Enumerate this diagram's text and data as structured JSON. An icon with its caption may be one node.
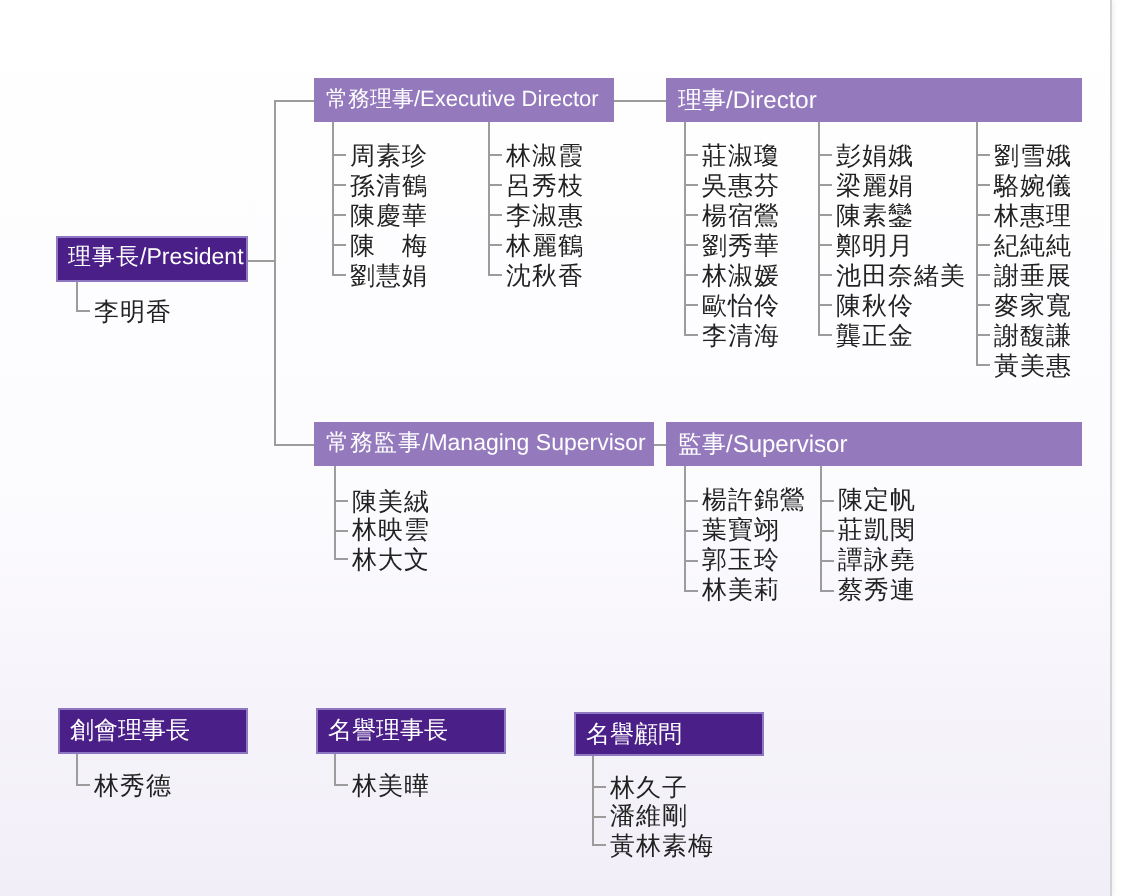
{
  "diagram": {
    "nodes": [
      {
        "text": [
          "理事長/President"
        ]
      },
      {
        "text": [
          "李明香"
        ]
      },
      {
        "text": [
          "常務理事/Executive Director"
        ]
      },
      {
        "text": [
          "周素珍"
        ]
      },
      {
        "text": [
          "孫清鶴"
        ]
      },
      {
        "text": [
          "陳慶華"
        ]
      },
      {
        "text": [
          "陳　梅"
        ]
      },
      {
        "text": [
          "劉慧娟"
        ]
      },
      {
        "text": [
          "林淑霞"
        ]
      },
      {
        "text": [
          "呂秀枝"
        ]
      },
      {
        "text": [
          "李淑惠"
        ]
      },
      {
        "text": [
          "林麗鶴"
        ]
      },
      {
        "text": [
          "沈秋香"
        ]
      },
      {
        "text": [
          "理事/Director"
        ]
      },
      {
        "text": [
          "莊淑瓊"
        ]
      },
      {
        "text": [
          "吳惠芬"
        ]
      },
      {
        "text": [
          "楊宿鶯"
        ]
      },
      {
        "text": [
          "劉秀華"
        ]
      },
      {
        "text": [
          "林淑媛"
        ]
      },
      {
        "text": [
          "歐怡伶"
        ]
      },
      {
        "text": [
          "李清海"
        ]
      },
      {
        "text": [
          "彭娟娥"
        ]
      },
      {
        "text": [
          "梁麗娟"
        ]
      },
      {
        "text": [
          "陳素鑾"
        ]
      },
      {
        "text": [
          "鄭明月"
        ]
      },
      {
        "text": [
          "池田奈緒美"
        ]
      },
      {
        "text": [
          "陳秋伶"
        ]
      },
      {
        "text": [
          "龔正金"
        ]
      },
      {
        "text": [
          "劉雪娥"
        ]
      },
      {
        "text": [
          "駱婉儀"
        ]
      },
      {
        "text": [
          "林惠理"
        ]
      },
      {
        "text": [
          "紀純純"
        ]
      },
      {
        "text": [
          "謝垂展"
        ]
      },
      {
        "text": [
          "麥家寬"
        ]
      },
      {
        "text": [
          "謝馥謙"
        ]
      },
      {
        "text": [
          "黃美惠"
        ]
      },
      {
        "text": [
          "常務監事/Managing Supervisor"
        ]
      },
      {
        "text": [
          "陳美絨"
        ]
      },
      {
        "text": [
          "林映雲"
        ]
      },
      {
        "text": [
          "林大文"
        ]
      },
      {
        "text": [
          "監事/Supervisor"
        ]
      },
      {
        "text": [
          "楊許錦鶯"
        ]
      },
      {
        "text": [
          "葉寶翊"
        ]
      },
      {
        "text": [
          "郭玉玲"
        ]
      },
      {
        "text": [
          "林美莉"
        ]
      },
      {
        "text": [
          "陳定帆"
        ]
      },
      {
        "text": [
          "莊凱閔"
        ]
      },
      {
        "text": [
          "譚詠堯"
        ]
      },
      {
        "text": [
          "蔡秀連"
        ]
      },
      {
        "text": [
          "創會理事長"
        ]
      },
      {
        "text": [
          "林秀德"
        ]
      },
      {
        "text": [
          "名譽理事長"
        ]
      },
      {
        "text": [
          "林美曄"
        ]
      },
      {
        "text": [
          "名譽顧問"
        ]
      },
      {
        "text": [
          "林久子"
        ]
      },
      {
        "text": [
          "潘維剛"
        ]
      },
      {
        "text": [
          "黃林素梅"
        ]
      }
    ],
    "edges": [
      {
        "from": 0,
        "to": 1,
        "arrow": "none"
      },
      {
        "from": 0,
        "to": 2,
        "arrow": "none"
      },
      {
        "from": 0,
        "to": 36,
        "arrow": "none"
      },
      {
        "from": 2,
        "to": 3,
        "arrow": "none"
      },
      {
        "from": 2,
        "to": 4,
        "arrow": "none"
      },
      {
        "from": 2,
        "to": 5,
        "arrow": "none"
      },
      {
        "from": 2,
        "to": 6,
        "arrow": "none"
      },
      {
        "from": 2,
        "to": 7,
        "arrow": "none"
      },
      {
        "from": 2,
        "to": 8,
        "arrow": "none"
      },
      {
        "from": 2,
        "to": 9,
        "arrow": "none"
      },
      {
        "from": 2,
        "to": 10,
        "arrow": "none"
      },
      {
        "from": 2,
        "to": 11,
        "arrow": "none"
      },
      {
        "from": 2,
        "to": 12,
        "arrow": "none"
      },
      {
        "from": 2,
        "to": 13,
        "arrow": "none"
      },
      {
        "from": 13,
        "to": 14,
        "arrow": "none"
      },
      {
        "from": 13,
        "to": 15,
        "arrow": "none"
      },
      {
        "from": 13,
        "to": 16,
        "arrow": "none"
      },
      {
        "from": 13,
        "to": 17,
        "arrow": "none"
      },
      {
        "from": 13,
        "to": 18,
        "arrow": "none"
      },
      {
        "from": 13,
        "to": 19,
        "arrow": "none"
      },
      {
        "from": 13,
        "to": 20,
        "arrow": "none"
      },
      {
        "from": 13,
        "to": 21,
        "arrow": "none"
      },
      {
        "from": 13,
        "to": 22,
        "arrow": "none"
      },
      {
        "from": 13,
        "to": 23,
        "arrow": "none"
      },
      {
        "from": 13,
        "to": 24,
        "arrow": "none"
      },
      {
        "from": 13,
        "to": 25,
        "arrow": "none"
      },
      {
        "from": 13,
        "to": 26,
        "arrow": "none"
      },
      {
        "from": 13,
        "to": 27,
        "arrow": "none"
      },
      {
        "from": 13,
        "to": 28,
        "arrow": "none"
      },
      {
        "from": 13,
        "to": 29,
        "arrow": "none"
      },
      {
        "from": 13,
        "to": 30,
        "arrow": "none"
      },
      {
        "from": 13,
        "to": 31,
        "arrow": "none"
      },
      {
        "from": 13,
        "to": 32,
        "arrow": "none"
      },
      {
        "from": 13,
        "to": 33,
        "arrow": "none"
      },
      {
        "from": 13,
        "to": 34,
        "arrow": "none"
      },
      {
        "from": 13,
        "to": 35,
        "arrow": "none"
      },
      {
        "from": 36,
        "to": 37,
        "arrow": "none"
      },
      {
        "from": 36,
        "to": 38,
        "arrow": "none"
      },
      {
        "from": 36,
        "to": 39,
        "arrow": "none"
      },
      {
        "from": 36,
        "to": 40,
        "arrow": "none"
      },
      {
        "from": 40,
        "to": 41,
        "arrow": "none"
      },
      {
        "from": 40,
        "to": 42,
        "arrow": "none"
      },
      {
        "from": 40,
        "to": 43,
        "arrow": "none"
      },
      {
        "from": 40,
        "to": 44,
        "arrow": "none"
      },
      {
        "from": 40,
        "to": 45,
        "arrow": "none"
      },
      {
        "from": 40,
        "to": 46,
        "arrow": "none"
      },
      {
        "from": 40,
        "to": 47,
        "arrow": "none"
      },
      {
        "from": 40,
        "to": 48,
        "arrow": "none"
      },
      {
        "from": 49,
        "to": 50,
        "arrow": "none"
      },
      {
        "from": 51,
        "to": 52,
        "arrow": "none"
      },
      {
        "from": 53,
        "to": 54,
        "arrow": "none"
      },
      {
        "from": 53,
        "to": 55,
        "arrow": "none"
      },
      {
        "from": 53,
        "to": 56,
        "arrow": "none"
      }
    ]
  }
}
